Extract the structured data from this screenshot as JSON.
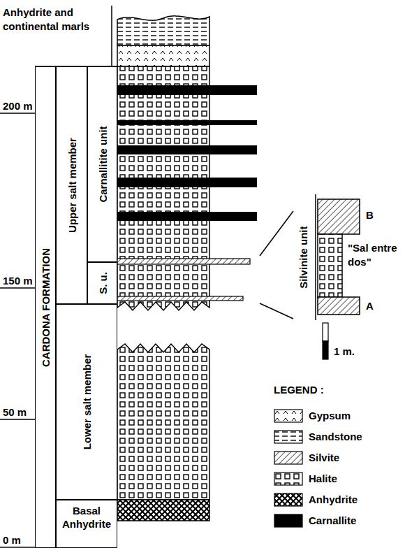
{
  "diagram": {
    "nodes": [
      {
        "text": [
          "CARDONA FORMATION"
        ]
      },
      {
        "text": [
          "Upper salt member"
        ]
      },
      {
        "text": [
          "Carnallitite unit"
        ]
      },
      {
        "text": [
          "S. u."
        ]
      },
      {
        "text": [
          "Lower salt member"
        ]
      },
      {
        "text": [
          "Basal Anhydrite"
        ]
      }
    ],
    "labels": [
      "Anhydrite and continental marls",
      "200 m",
      "150 m",
      "50 m",
      "0 m",
      "Silvinite unit",
      "B",
      "\"Sal entre dos\"",
      "A",
      "1 m.",
      "LEGEND :"
    ],
    "legend": [
      {
        "text": "Gypsum"
      },
      {
        "text": "Sandstone"
      },
      {
        "text": "Silvite"
      },
      {
        "text": "Halite"
      },
      {
        "text": "Anhydrite"
      },
      {
        "text": "Carnallite",
        "color": "#000000"
      }
    ]
  }
}
